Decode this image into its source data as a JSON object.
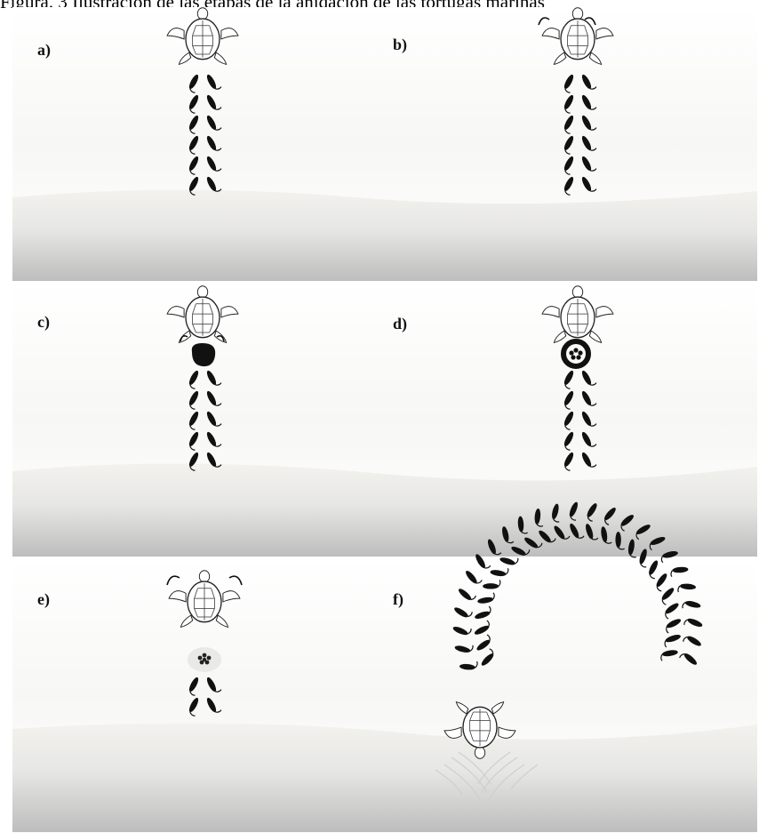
{
  "caption_fragment": "Figura. 3  Ilustración de las etapas de la anidación de las tortugas marinas",
  "panels": [
    {
      "id": "a",
      "label": "a)"
    },
    {
      "id": "b",
      "label": "b)"
    },
    {
      "id": "c",
      "label": "c)"
    },
    {
      "id": "d",
      "label": "d)"
    },
    {
      "id": "e",
      "label": "e)"
    },
    {
      "id": "f",
      "label": "f)"
    }
  ],
  "colors": {
    "background": "#ffffff",
    "sand_light": "#f1efea",
    "sand_dark": "#c8c8c8",
    "ink": "#111111"
  }
}
